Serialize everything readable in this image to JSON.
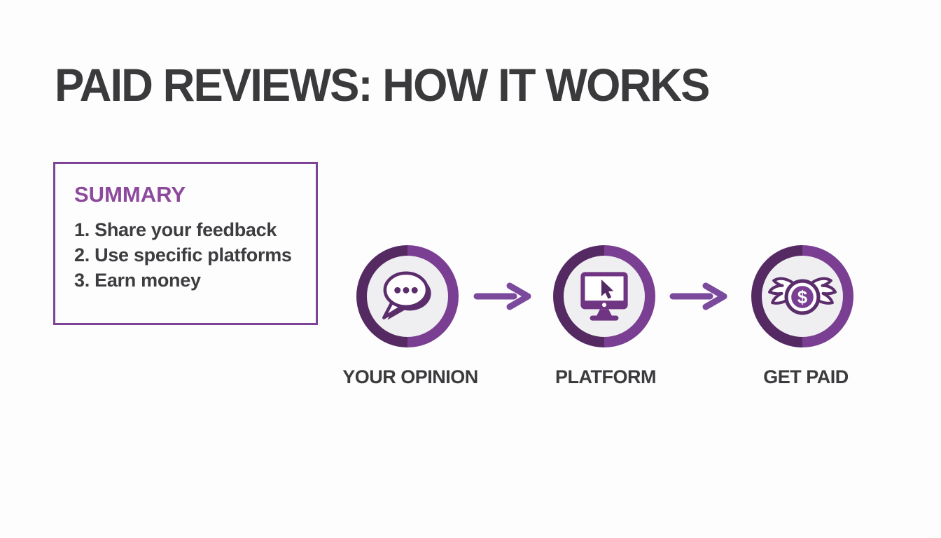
{
  "title": "PAID REVIEWS: HOW IT WORKS",
  "summary": {
    "heading": "SUMMARY",
    "items": [
      "1. Share your feedback",
      "2. Use specific platforms",
      "3. Earn money"
    ]
  },
  "steps": [
    {
      "label": "YOUR OPINION",
      "icon": "speech-bubble-icon"
    },
    {
      "label": "PLATFORM",
      "icon": "monitor-cursor-icon"
    },
    {
      "label": "GET PAID",
      "icon": "winged-coin-icon"
    }
  ],
  "flow": {
    "arrow_icon": "right-arrow-icon"
  },
  "icons": {
    "coin_symbol": "$"
  },
  "colors": {
    "accent_purple": "#7a3f92",
    "dark_purple": "#552a63",
    "icon_stroke_purple": "#5b2d6b",
    "heading_purple": "#8d4a9c",
    "border_purple": "#7d4394",
    "arrow_purple": "#7b4a9d",
    "text_dark": "#3b3b3d",
    "circle_fill": "#efeef0",
    "background": "#fdfdfe"
  }
}
